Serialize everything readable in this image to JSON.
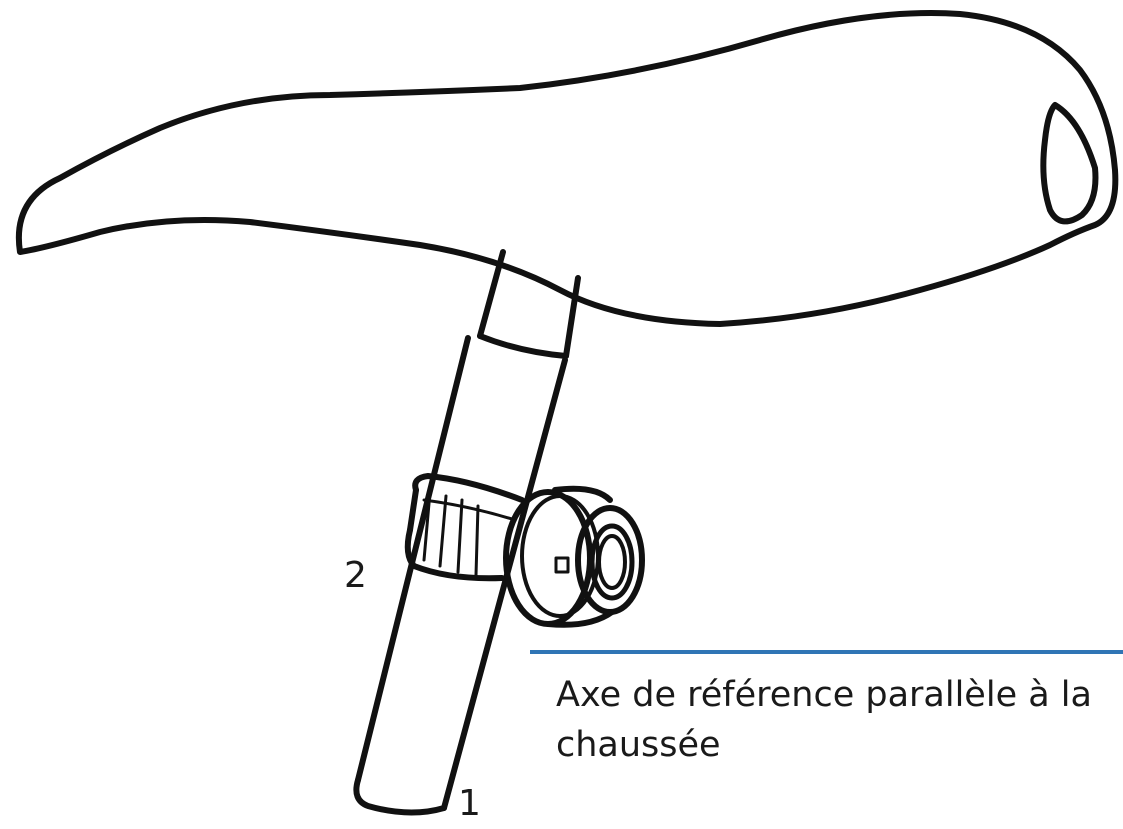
{
  "labels": {
    "clamp_marker": "2",
    "post_marker": "1",
    "reference_axis": "Axe de référence parallèle à la chaussée"
  },
  "colors": {
    "reference_line": "#2f75b5",
    "outline": "#111111"
  },
  "icons": {
    "saddle": "saddle-illustration",
    "seat_post": "seat-post-illustration",
    "clamp": "clamp-band-illustration",
    "light": "rear-light-illustration"
  }
}
